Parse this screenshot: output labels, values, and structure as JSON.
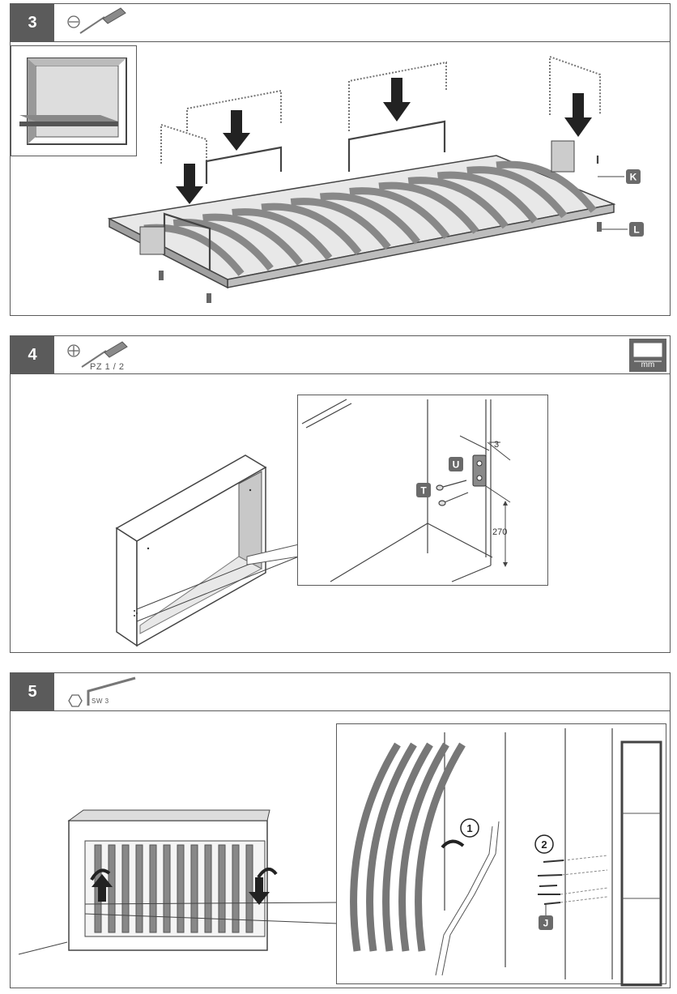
{
  "steps": [
    {
      "number": "3",
      "tool": "flat-screwdriver",
      "labels": {
        "k": "K",
        "l": "L"
      }
    },
    {
      "number": "4",
      "tool": "phillips-screwdriver",
      "tool_label": "PZ 1 / 2",
      "unit_label": "mm",
      "labels": {
        "u": "U",
        "t": "T"
      },
      "dimensions": {
        "gap": "3",
        "height": "270"
      }
    },
    {
      "number": "5",
      "tool": "hex-key",
      "tool_label": "SW 3",
      "labels": {
        "j": "J"
      },
      "callouts": {
        "one": "1",
        "two": "2"
      }
    }
  ],
  "colors": {
    "step_badge": "#5b5b5b",
    "label_badge": "#6a6a6a",
    "line": "#444444"
  }
}
